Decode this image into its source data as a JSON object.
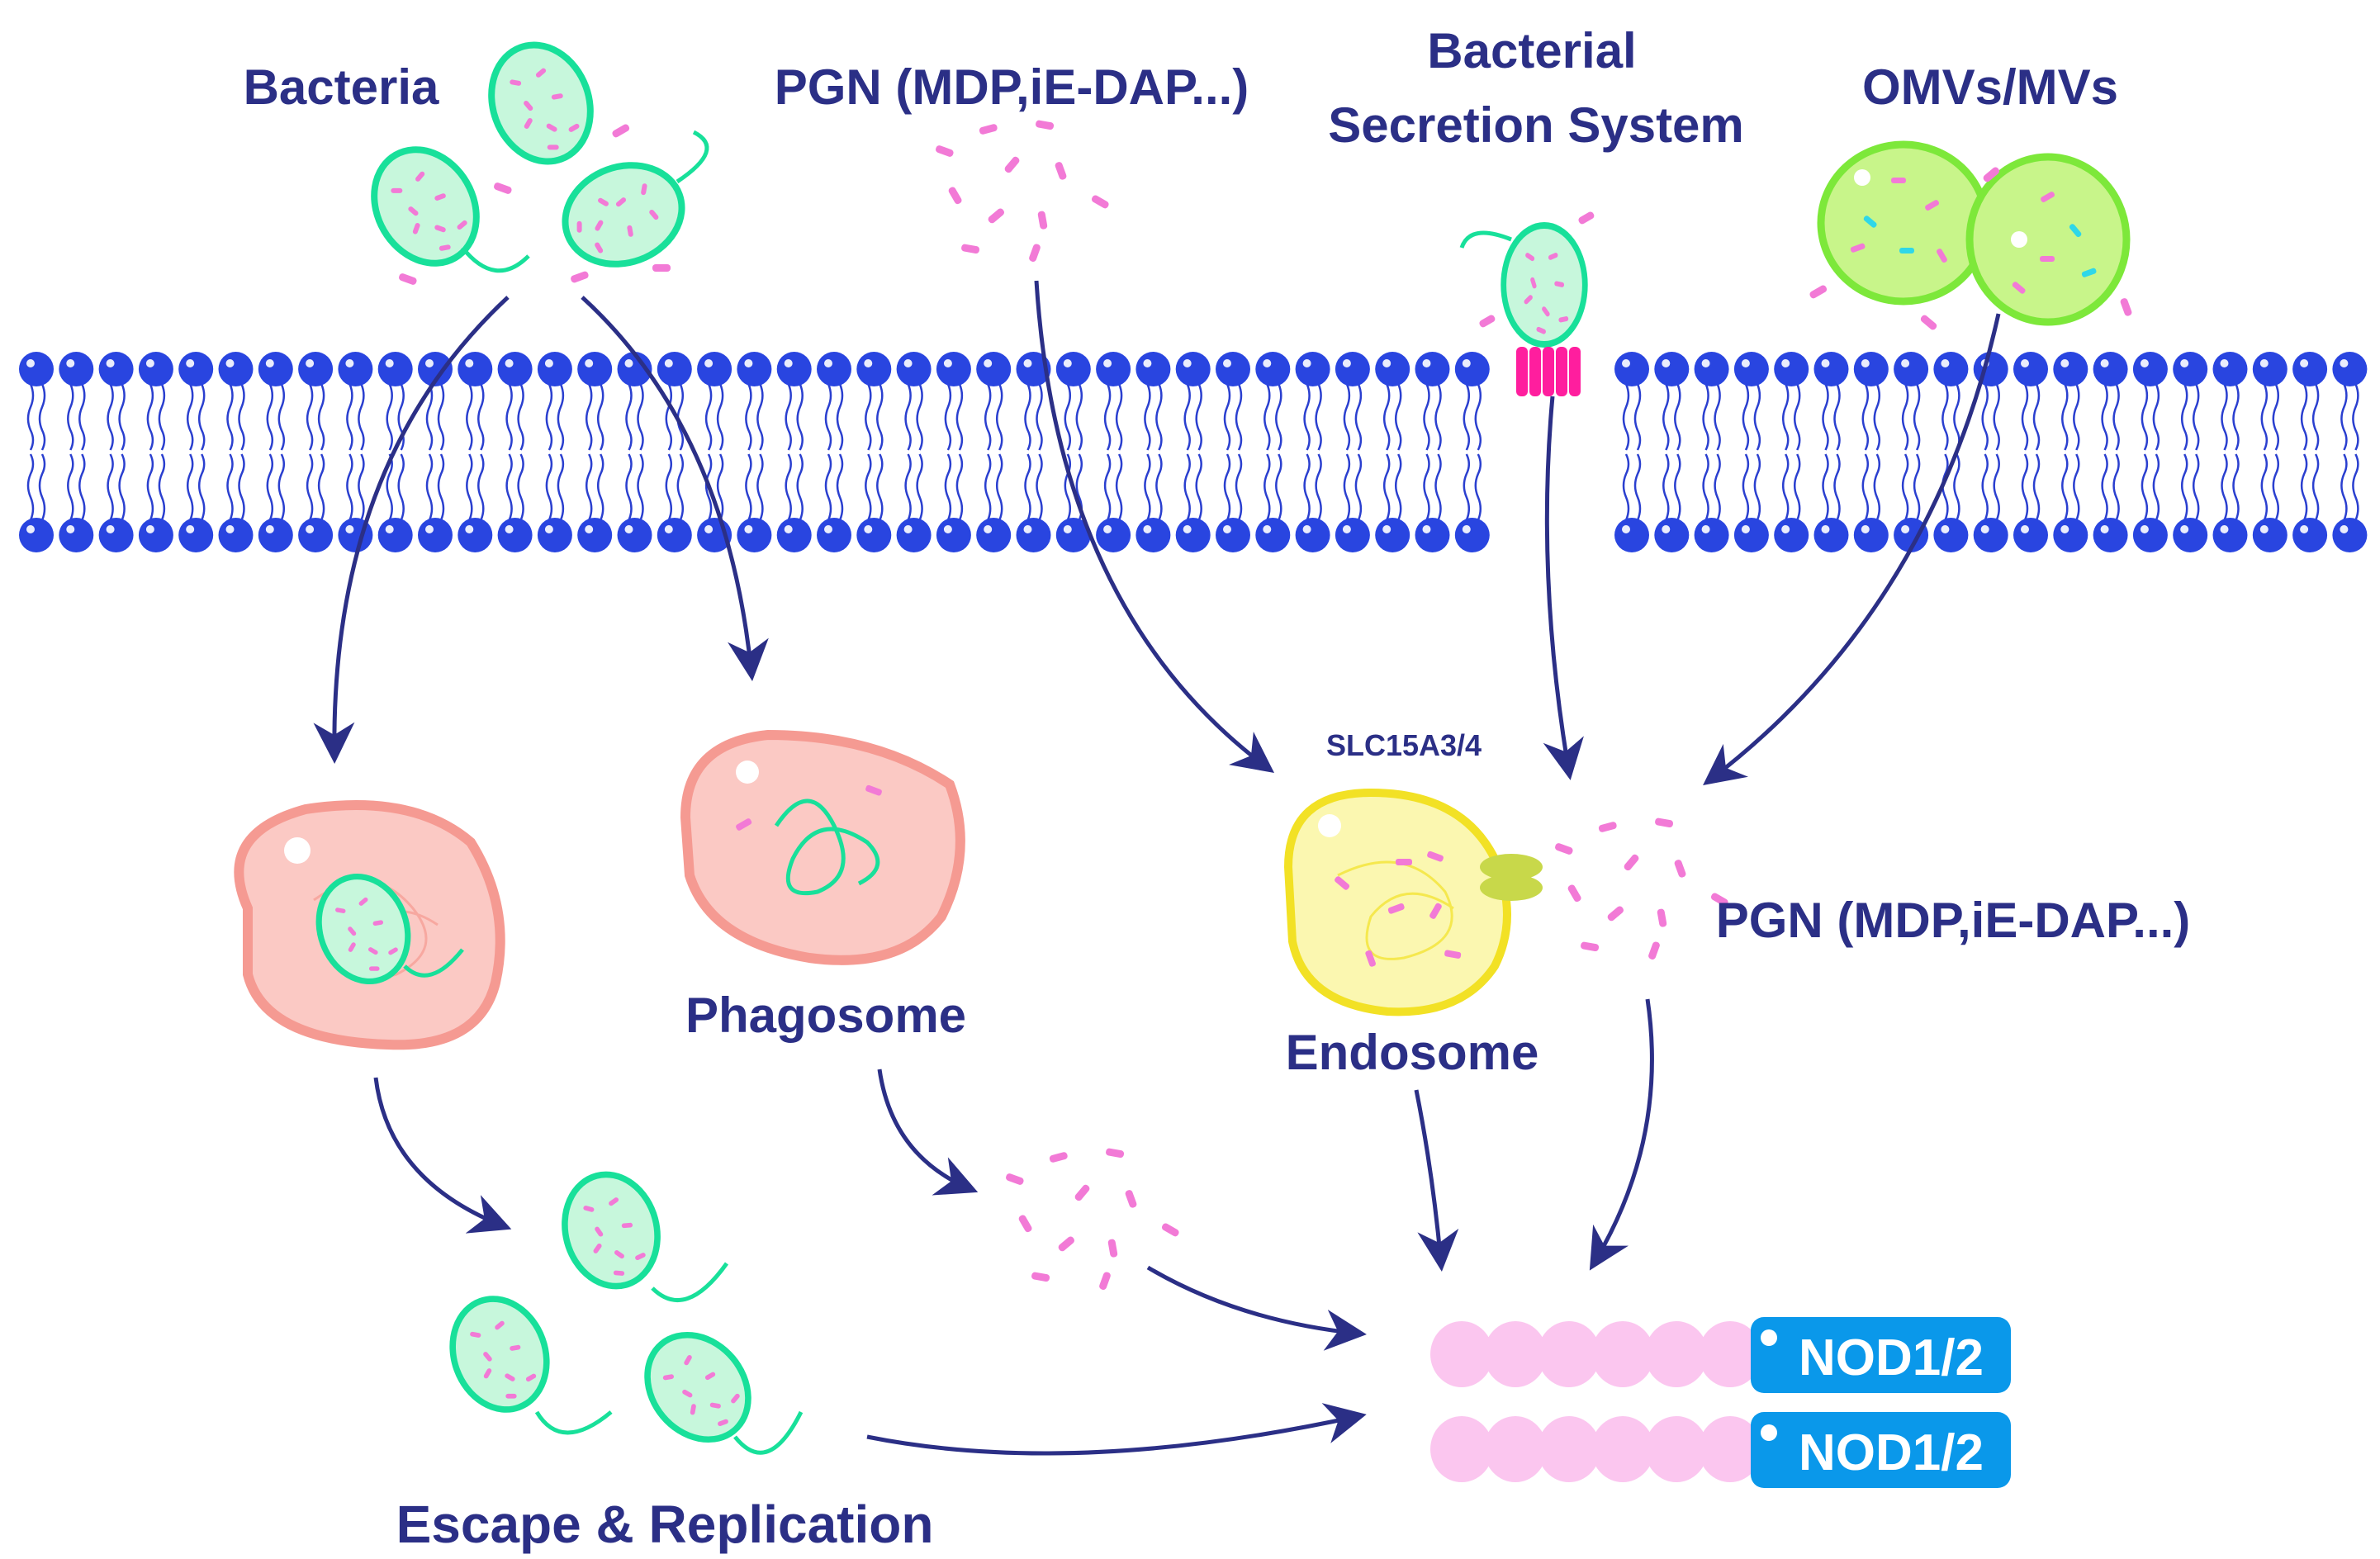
{
  "labels": {
    "bacteria": "Bacteria",
    "pgn_top": "PGN (MDP,iE-DAP...)",
    "secretion_line1": "Bacterial",
    "secretion_line2": "Secretion System",
    "omvs": "OMVs/MVs",
    "slc": "SLC15A3/4",
    "phagosome": "Phagosome",
    "endosome": "Endosome",
    "pgn_right": "PGN (MDP,iE-DAP...)",
    "escape": "Escape & Replication",
    "nod_1": "NOD1/2",
    "nod_2": "NOD1/2"
  },
  "colors": {
    "label": "#2b2f86",
    "membrane_head": "#2945e0",
    "membrane_tail": "#2a3fcf",
    "arrow": "#2b2f86",
    "bacteria_fill": "#c7f7dc",
    "bacteria_stroke": "#18e09a",
    "pgn_fragment": "#f27ad6",
    "vacuole_fill": "#fbc9c4",
    "vacuole_stroke": "#f59a92",
    "endosome_fill": "#fbf7b0",
    "endosome_stroke": "#f2e125",
    "slc_transporter": "#c8d84a",
    "omv_fill": "#c8f58a",
    "omv_stroke": "#7de83a",
    "secretion_channel": "#ff1e9e",
    "lrr_domain": "#fbc6ef",
    "nod_box": "#0a98ea"
  },
  "icons": [
    "bacterium-icon",
    "pgn-fragment-icon",
    "omv-vesicle-icon",
    "secretion-channel-icon",
    "phagosome-icon",
    "endosome-icon",
    "nod-receptor-icon"
  ]
}
